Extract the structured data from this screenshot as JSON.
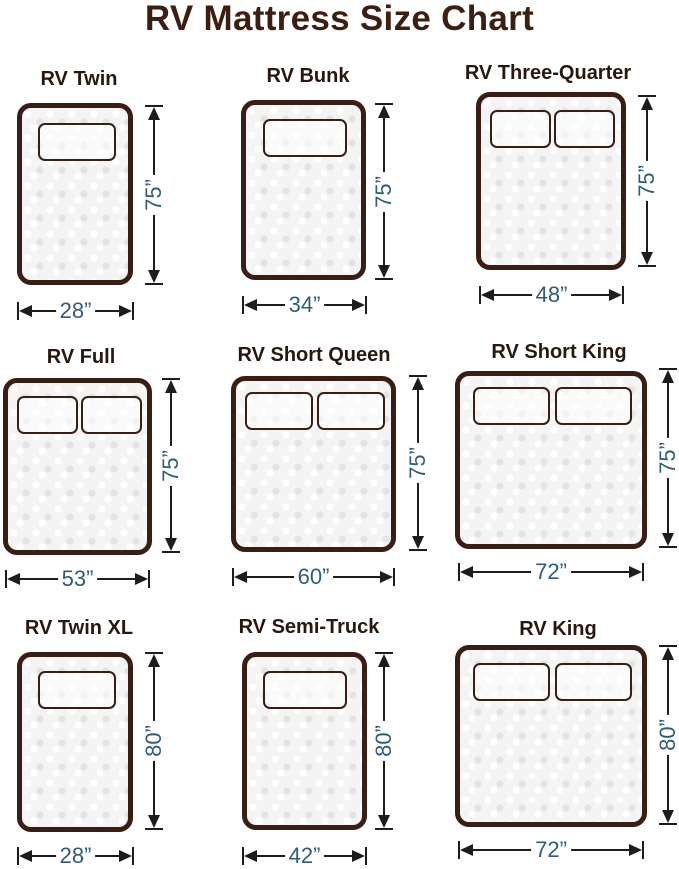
{
  "title": "RV Mattress Size Chart",
  "colors": {
    "frame": "#3a1d14",
    "dimension_text": "#2f5d78",
    "title": "#3d1f12"
  },
  "mattresses": [
    {
      "name": "RV Twin",
      "width": "28”",
      "length": "75”",
      "pillows": 1
    },
    {
      "name": "RV Bunk",
      "width": "34”",
      "length": "75”",
      "pillows": 1
    },
    {
      "name": "RV Three-Quarter",
      "width": "48”",
      "length": "75”",
      "pillows": 2
    },
    {
      "name": "RV Full",
      "width": "53”",
      "length": "75”",
      "pillows": 2
    },
    {
      "name": "RV Short Queen",
      "width": "60”",
      "length": "75”",
      "pillows": 2
    },
    {
      "name": "RV Short King",
      "width": "72”",
      "length": "75”",
      "pillows": 2
    },
    {
      "name": "RV Twin XL",
      "width": "28”",
      "length": "80”",
      "pillows": 1
    },
    {
      "name": "RV Semi-Truck",
      "width": "42”",
      "length": "80”",
      "pillows": 1
    },
    {
      "name": "RV King",
      "width": "72”",
      "length": "80”",
      "pillows": 2
    }
  ]
}
